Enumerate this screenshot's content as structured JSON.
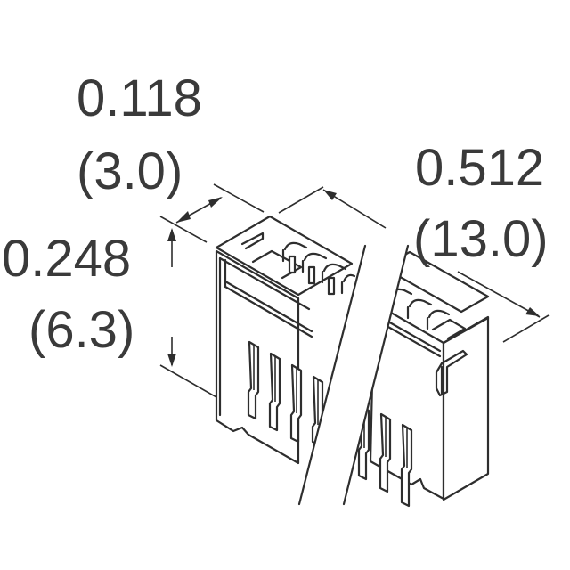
{
  "drawing": {
    "subject": "edge connector outline drawing",
    "units": "inches (mm)",
    "colors": {
      "line": "#2e2e2e",
      "text": "#3a3a3a",
      "background": "#ffffff"
    }
  },
  "dimensions": {
    "depth": {
      "inch": "0.118",
      "mm": "(3.0)"
    },
    "length": {
      "inch": "0.512",
      "mm": "(13.0)"
    },
    "height": {
      "inch": "0.248",
      "mm": "(6.3)"
    }
  }
}
